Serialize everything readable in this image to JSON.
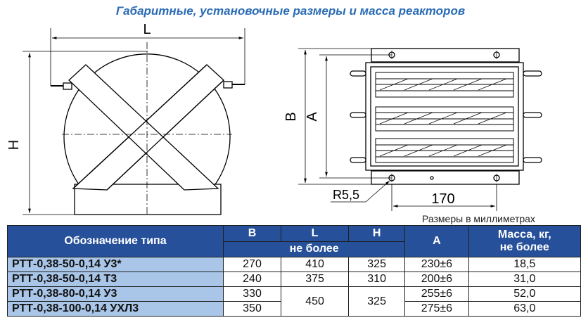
{
  "title": "Габаритные, установочные размеры и масса реакторов",
  "drawing": {
    "dim_L": "L",
    "dim_H": "H",
    "dim_B": "B",
    "dim_A": "A",
    "dim_R": "R5,5",
    "dim_170": "170",
    "units_note": "Размеры в миллиметрах"
  },
  "table": {
    "headers": {
      "type": "Обозначение типа",
      "B": "B",
      "L": "L",
      "H": "H",
      "not_more": "не более",
      "A": "A",
      "mass": "Масса, кг,",
      "mass_not_more": "не более"
    },
    "rows": [
      {
        "type": "РТТ-0,38-50-0,14 У3*",
        "B": "270",
        "L": "410",
        "H": "325",
        "A": "230±6",
        "mass": "18,5"
      },
      {
        "type": "РТТ-0,38-50-0,14 Т3",
        "B": "240",
        "L": "375",
        "H": "310",
        "A": "200±6",
        "mass": "31,0"
      },
      {
        "type": "РТТ-0,38-80-0,14 У3",
        "B": "330",
        "L": "450",
        "H": "325",
        "A": "255±6",
        "mass": "52,0"
      },
      {
        "type": "РТТ-0,38-100-0,14 УХЛ3",
        "B": "350",
        "L": "",
        "H": "",
        "A": "275±6",
        "mass": "63,0"
      }
    ]
  }
}
